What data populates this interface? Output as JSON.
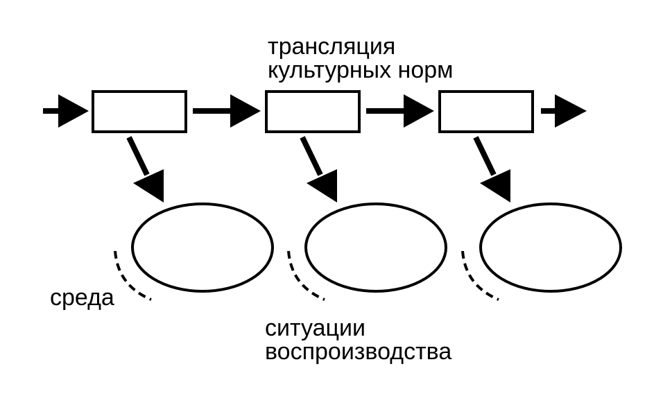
{
  "labels": {
    "top_line1": "трансляция",
    "top_line2": "культурных норм",
    "bottom_line1": "ситуации",
    "bottom_line2": "воспроизводства",
    "environment": "среда"
  },
  "colors": {
    "stroke": "#000000",
    "background": "#ffffff"
  }
}
